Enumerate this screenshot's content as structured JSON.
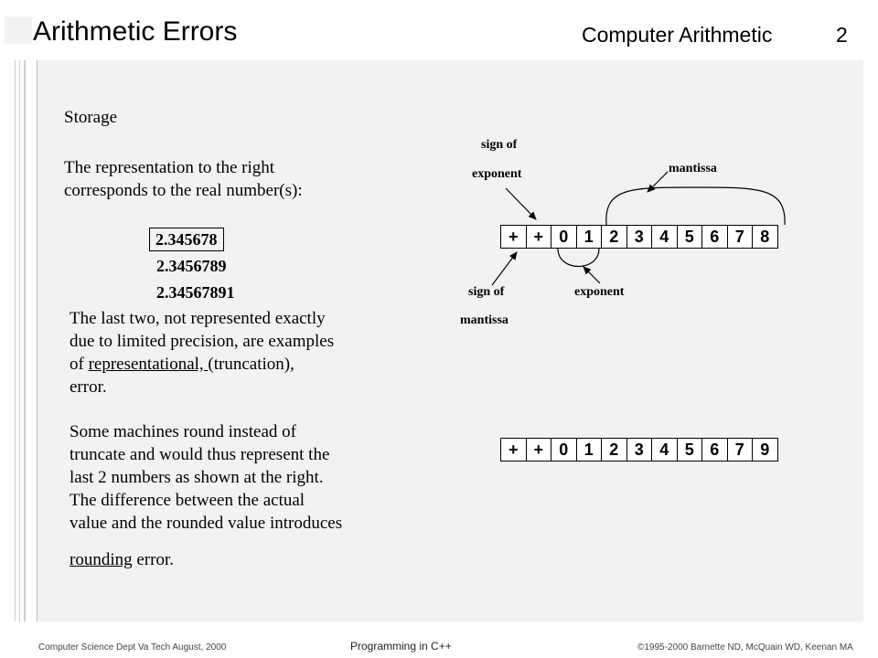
{
  "header": {
    "title": "Arithmetic Errors",
    "section": "Computer Arithmetic",
    "page_number": "2"
  },
  "content": {
    "heading": "Storage",
    "intro_line1": "The representation to the right",
    "intro_line2": "corresponds to the real number(s):",
    "numbers": [
      "2.345678",
      "2.3456789",
      "2.34567891"
    ],
    "para1_line1": "The last two, not represented exactly",
    "para1_line2": "due to limited precision, are examples",
    "para1_line3_pre": "of ",
    "para1_line3_term": "representational, ",
    "para1_line3_post": "(truncation),",
    "para1_line4": "error.",
    "para2_line1": "Some machines round instead of",
    "para2_line2": "truncate and would thus represent the",
    "para2_line3": "last 2 numbers as shown at the right.",
    "para2_line4": "The difference between the actual",
    "para2_line5": "value and the rounded value introduces",
    "para2_line6_term": "rounding",
    "para2_line6_post": " error."
  },
  "diagram": {
    "register_top": [
      "+",
      "+",
      "0",
      "1",
      "2",
      "3",
      "4",
      "5",
      "6",
      "7",
      "8"
    ],
    "register_bottom": [
      "+",
      "+",
      "0",
      "1",
      "2",
      "3",
      "4",
      "5",
      "6",
      "7",
      "9"
    ],
    "label_sign_exp_1": "sign of",
    "label_sign_exp_2": "exponent",
    "label_mantissa": "mantissa",
    "label_sign_mant_1": "sign of",
    "label_sign_mant_2": "mantissa",
    "label_exponent": "exponent"
  },
  "footer": {
    "left": "Computer Science Dept Va Tech  August, 2000",
    "center": "Programming in C++",
    "right": "©1995-2000  Barnette ND, McQuain WD, Keenan MA"
  }
}
